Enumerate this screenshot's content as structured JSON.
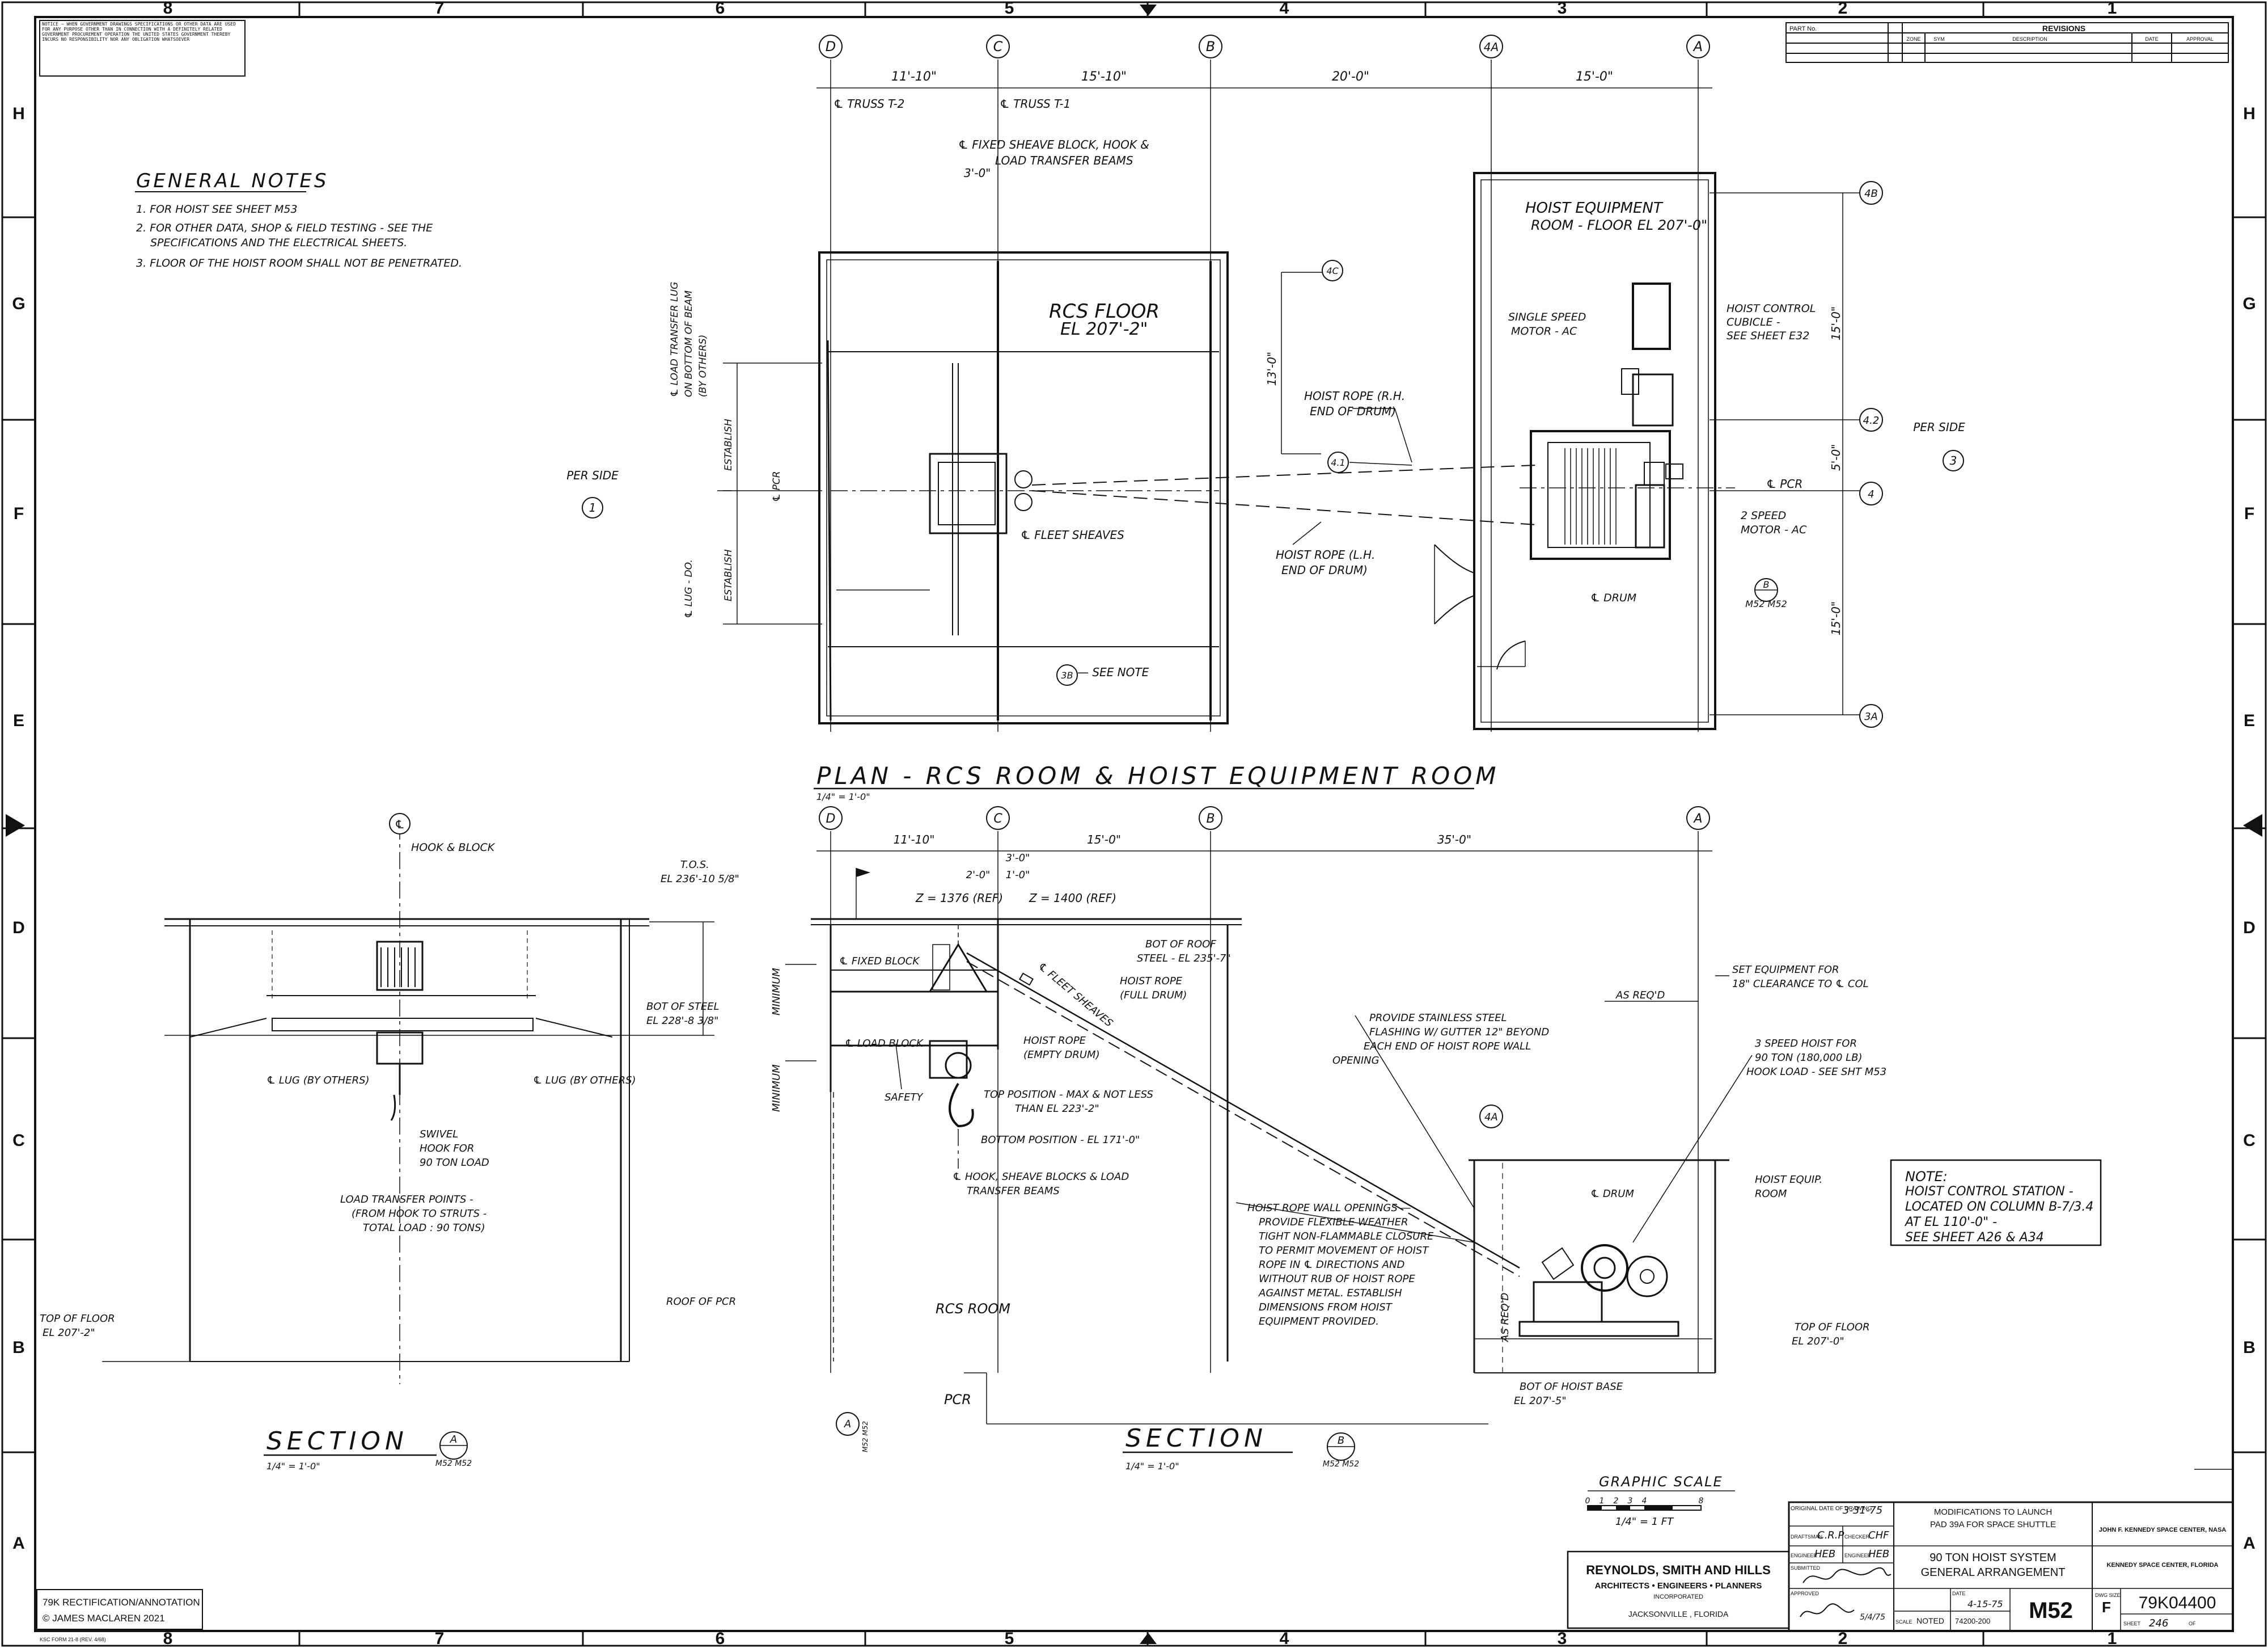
{
  "border": {
    "top_zones": [
      "8",
      "7",
      "6",
      "5",
      "4",
      "3",
      "2",
      "1"
    ],
    "bottom_zones": [
      "8",
      "7",
      "6",
      "5",
      "4",
      "3",
      "2",
      "1"
    ],
    "side_rows": [
      "H",
      "G",
      "F",
      "E",
      "D",
      "C",
      "B",
      "A"
    ]
  },
  "notice_box": "NOTICE — WHEN GOVERNMENT DRAWINGS SPECIFICATIONS OR OTHER DATA ARE USED FOR ANY PURPOSE OTHER THAN IN CONNECTION WITH A DEFINITELY RELATED GOVERNMENT PROCUREMENT OPERATION THE UNITED STATES GOVERNMENT THEREBY INCURS NO RESPONSIBILITY NOR ANY OBLIGATION WHATSOEVER",
  "revisions": {
    "part_no_label": "PART No.",
    "title": "REVISIONS",
    "headers": [
      "ZONE",
      "SYM",
      "DESCRIPTION",
      "DATE",
      "APPROVAL"
    ]
  },
  "general_notes": {
    "title": "GENERAL NOTES",
    "items": [
      "1. FOR HOIST SEE SHEET M53",
      "2. FOR OTHER DATA, SHOP & FIELD TESTING - SEE THE",
      "SPECIFICATIONS AND THE ELECTRICAL SHEETS.",
      "3. FLOOR OF THE HOIST ROOM SHALL NOT BE PENETRATED."
    ]
  },
  "plan": {
    "columns": [
      "D",
      "C",
      "B",
      "4A",
      "A"
    ],
    "dims": [
      "11'-10\"",
      "15'-10\"",
      "20'-0\"",
      "15'-0\""
    ],
    "row_bubbles": [
      "4B",
      "4C",
      "4.2",
      "4",
      "4.1",
      "3A",
      "3B"
    ],
    "truss_t2": "℄ TRUSS T-2",
    "truss_t1": "℄ TRUSS T-1",
    "fixed_sheave": "℄ FIXED SHEAVE BLOCK, HOOK &",
    "fixed_sheave_2": "LOAD TRANSFER BEAMS",
    "dim_3_0": "3'-0\"",
    "rcs_floor_1": "RCS FLOOR",
    "rcs_floor_2": "EL 207'-2\"",
    "hoist_room_1": "HOIST EQUIPMENT",
    "hoist_room_2": "ROOM - FLOOR EL 207'-0\"",
    "hoist_control_1": "HOIST CONTROL",
    "hoist_control_2": "CUBICLE -",
    "hoist_control_3": "SEE SHEET E32",
    "single_speed_1": "SINGLE SPEED",
    "single_speed_2": "MOTOR - AC",
    "rope_rh_1": "HOIST ROPE (R.H.",
    "rope_rh_2": "END OF DRUM)",
    "rope_lh_1": "HOIST ROPE (L.H.",
    "rope_lh_2": "END OF DRUM)",
    "pcr": "℄ PCR",
    "two_speed_1": "2 SPEED",
    "two_speed_2": "MOTOR - AC",
    "drum": "℄ DRUM",
    "fleet": "℄ FLEET SHEAVES",
    "see_note": "— SEE NOTE",
    "load_lug_1": "℄ LOAD TRANSFER LUG",
    "load_lug_2": "ON BOTTOM OF BEAM",
    "load_lug_3": "(BY OTHERS)",
    "establish": "ESTABLISH",
    "lug_do": "℄ LUG - DO.",
    "dim_13_0": "13'-0\"",
    "dim_15_0": "15'-0\"",
    "dim_5_0": "5'-0\"",
    "per_side_1": "PER SIDE",
    "per_side_1_num": "1",
    "per_side_3": "PER SIDE",
    "per_side_3_num": "3",
    "sec_b_ref": "B",
    "sec_b_sheets": "M52  M52",
    "title": "PLAN - RCS ROOM & HOIST EQUIPMENT ROOM",
    "scale": "1/4\" = 1'-0\""
  },
  "section_a": {
    "cl": "℄",
    "hook_block": "HOOK & BLOCK",
    "tos_1": "T.O.S.",
    "tos_2": "EL 236'-10 5/8\"",
    "bot_steel_1": "BOT OF STEEL",
    "bot_steel_2": "EL 228'-8 3/8\"",
    "lug_left": "℄ LUG (BY OTHERS)",
    "lug_right": "℄ LUG (BY OTHERS)",
    "swivel_1": "SWIVEL",
    "swivel_2": "HOOK FOR",
    "swivel_3": "90 TON LOAD",
    "ltp_1": "LOAD TRANSFER POINTS -",
    "ltp_2": "(FROM HOOK TO STRUTS -",
    "ltp_3": "TOTAL LOAD : 90 TONS)",
    "top_floor_1": "TOP OF FLOOR",
    "top_floor_2": "EL 207'-2\"",
    "roof_pcr": "ROOF OF PCR",
    "title": "SECTION",
    "ref": "A",
    "sheets": "M52  M52",
    "scale": "1/4\" = 1'-0\""
  },
  "section_b": {
    "columns": [
      "D",
      "C",
      "B",
      "A",
      "4A"
    ],
    "dims": [
      "11'-10\"",
      "15'-0\"",
      "35'-0\"",
      "3'-0\"",
      "2'-0\"",
      "1'-0\""
    ],
    "z_left": "Z = 1376 (REF)",
    "z_right": "Z = 1400 (REF)",
    "fixed_block": "℄ FIXED BLOCK",
    "fleet_sheaves": "℄ FLEET SHEAVES",
    "bot_roof_1": "BOT OF ROOF",
    "bot_roof_2": "STEEL - EL 235'-7\"",
    "rope_full_1": "HOIST ROPE",
    "rope_full_2": "(FULL DRUM)",
    "load_block": "℄ LOAD BLOCK",
    "rope_empty_1": "HOIST ROPE",
    "rope_empty_2": "(EMPTY DRUM)",
    "minimum": "MINIMUM",
    "safety": "SAFETY",
    "top_pos_1": "TOP POSITION - MAX & NOT LESS",
    "top_pos_2": "THAN EL 223'-2\"",
    "bottom_pos": "BOTTOM POSITION - EL 171'-0\"",
    "hook_1": "℄ HOOK, SHEAVE BLOCKS & LOAD",
    "hook_2": "TRANSFER BEAMS",
    "provide_1": "PROVIDE STAINLESS STEEL",
    "provide_2": "FLASHING W/ GUTTER 12\" BEYOND",
    "provide_3": "EACH END OF HOIST ROPE WALL",
    "provide_4": "OPENING",
    "set_equip_1": "SET EQUIPMENT FOR",
    "set_equip_2": "18\" CLEARANCE TO ℄ COL",
    "as_reqd": "AS REQ'D",
    "three_speed_1": "3 SPEED HOIST FOR",
    "three_speed_2": "90 TON (180,000 LB)",
    "three_speed_3": "HOOK LOAD - SEE SHT M53",
    "drum": "℄ DRUM",
    "hoist_equip_1": "HOIST EQUIP.",
    "hoist_equip_2": "ROOM",
    "wall_1": "HOIST ROPE WALL OPENINGS —",
    "wall_2": "PROVIDE FLEXIBLE WEATHER",
    "wall_3": "TIGHT NON-FLAMMABLE CLOSURE",
    "wall_4": "TO PERMIT MOVEMENT OF HOIST",
    "wall_5": "ROPE IN ℄ DIRECTIONS AND",
    "wall_6": "WITHOUT RUB OF HOIST ROPE",
    "wall_7": "AGAINST METAL. ESTABLISH",
    "wall_8": "DIMENSIONS FROM HOIST",
    "wall_9": "EQUIPMENT PROVIDED.",
    "rcs_room": "RCS ROOM",
    "top_floor_1": "TOP OF FLOOR",
    "top_floor_2": "EL 207'-0\"",
    "bot_base_1": "BOT OF HOIST BASE",
    "bot_base_2": "EL 207'-5\"",
    "as_reqd_2": "AS REQ'D",
    "pcr": "PCR",
    "title": "SECTION",
    "ref": "B",
    "sheets": "M52  M52",
    "scale": "1/4\" = 1'-0\"",
    "a_bubble": "A",
    "a_sheet": "M52  M52"
  },
  "note_box": {
    "title": "NOTE:",
    "lines": [
      "HOIST CONTROL STATION -",
      "LOCATED ON COLUMN B-7/3.4",
      "AT EL 110'-0\" -",
      "SEE SHEET A26 & A34"
    ]
  },
  "graphic_scale": {
    "title": "GRAPHIC SCALE",
    "ticks": [
      "0",
      "1",
      "2",
      "3",
      "4",
      "8"
    ],
    "label": "1/4\" = 1 FT"
  },
  "firm": {
    "name": "REYNOLDS, SMITH AND HILLS",
    "line2": "ARCHITECTS • ENGINEERS • PLANNERS",
    "line3": "INCORPORATED",
    "city": "JACKSONVILLE , FLORIDA"
  },
  "title_block": {
    "orig_date_label": "ORIGINAL DATE OF DRAWING",
    "orig_date": "3-31-75",
    "draftsman_label": "DRAFTSMAN",
    "draftsman": "C.R.P",
    "checker_label": "CHECKER",
    "checker": "CHF",
    "engineer_label": "ENGINEER",
    "engineer": "HEB",
    "engineer2_label": "ENGINEER",
    "engineer2": "HEB",
    "submitted_label": "SUBMITTED",
    "approved_label": "APPROVED",
    "project_1": "MODIFICATIONS TO LAUNCH",
    "project_2": "PAD 39A FOR SPACE SHUTTLE",
    "title_1": "90 TON HOIST SYSTEM",
    "title_2": "GENERAL ARRANGEMENT",
    "agency_1": "JOHN F. KENNEDY SPACE CENTER, NASA",
    "agency_2": "KENNEDY SPACE CENTER, FLORIDA",
    "date_label": "DATE",
    "date": "4-15-75",
    "scale_label": "SCALE",
    "scale": "NOTED",
    "code": "74200-200",
    "sheet_id": "M52",
    "size_label": "DWG SIZE",
    "size": "F",
    "dwg_no": "79K04400",
    "sheet_label": "SHEET",
    "sheet": "246",
    "of": "OF",
    "sig_note": "5/4/75"
  },
  "credit": {
    "line1": "79K RECTIFICATION/ANNOTATION",
    "line2": "© JAMES MACLAREN 2021"
  },
  "form_no": "KSC FORM 21-8 (REV. 4/68)"
}
